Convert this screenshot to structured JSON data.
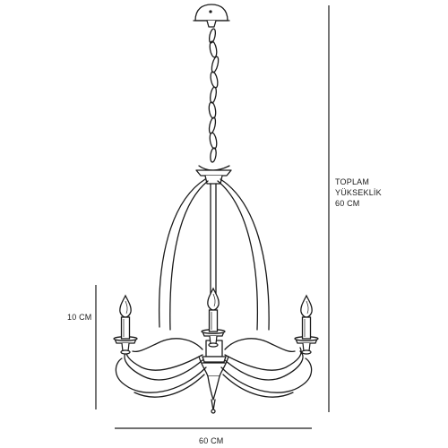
{
  "dimensions": {
    "total_height": {
      "line1": "TOPLAM",
      "line2": "YÜKSEKLİK",
      "value": "60 CM"
    },
    "arm_height": "10 CM",
    "width": "60 CM"
  },
  "colors": {
    "stroke": "#1a1a1a",
    "background": "#ffffff"
  },
  "figure": {
    "subject": "three-arm candle chandelier line drawing"
  }
}
